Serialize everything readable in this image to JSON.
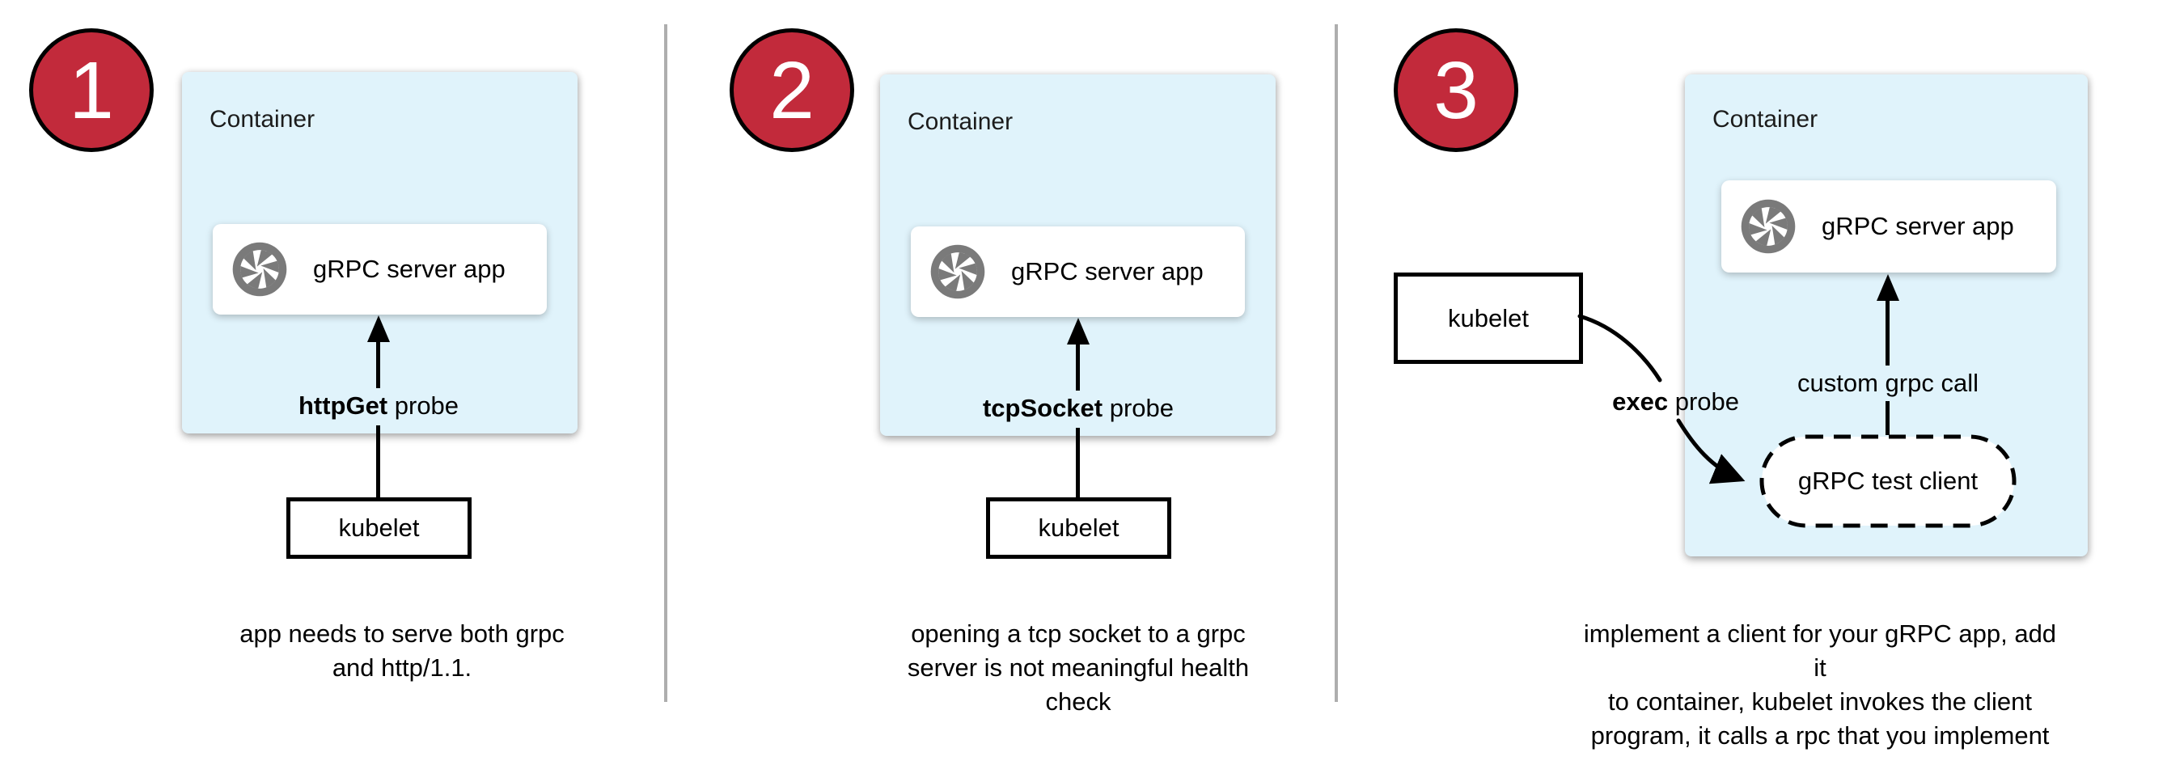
{
  "colors": {
    "step_badge_red": "#c22a3b",
    "container_blue": "#e0f3fb",
    "icon_gray": "#7a7a7a",
    "divider_gray": "#aeaeae",
    "line_black": "#000000"
  },
  "panels": [
    {
      "step_number": "1",
      "container_label": "Container",
      "app_box": {
        "icon": "aperture-icon",
        "label": "gRPC server app"
      },
      "probe": {
        "keyword": "httpGet",
        "suffix": " probe"
      },
      "kubelet_label": "kubelet",
      "caption_lines": [
        "app needs to serve both grpc",
        "and http/1.1."
      ]
    },
    {
      "step_number": "2",
      "container_label": "Container",
      "app_box": {
        "icon": "aperture-icon",
        "label": "gRPC server app"
      },
      "probe": {
        "keyword": "tcpSocket",
        "suffix": " probe"
      },
      "kubelet_label": "kubelet",
      "caption_lines": [
        "opening a tcp socket to a grpc",
        "server is not meaningful health",
        "check"
      ]
    },
    {
      "step_number": "3",
      "container_label": "Container",
      "app_box": {
        "icon": "aperture-icon",
        "label": "gRPC server app"
      },
      "probe": {
        "keyword": "exec",
        "suffix": " probe"
      },
      "kubelet_label": "kubelet",
      "grpc_call_label": "custom grpc call",
      "test_client_label": "gRPC test client",
      "caption_lines": [
        "implement a client for your gRPC app, add it",
        "to container, kubelet invokes the client",
        "program, it calls a rpc that you implement"
      ]
    }
  ]
}
